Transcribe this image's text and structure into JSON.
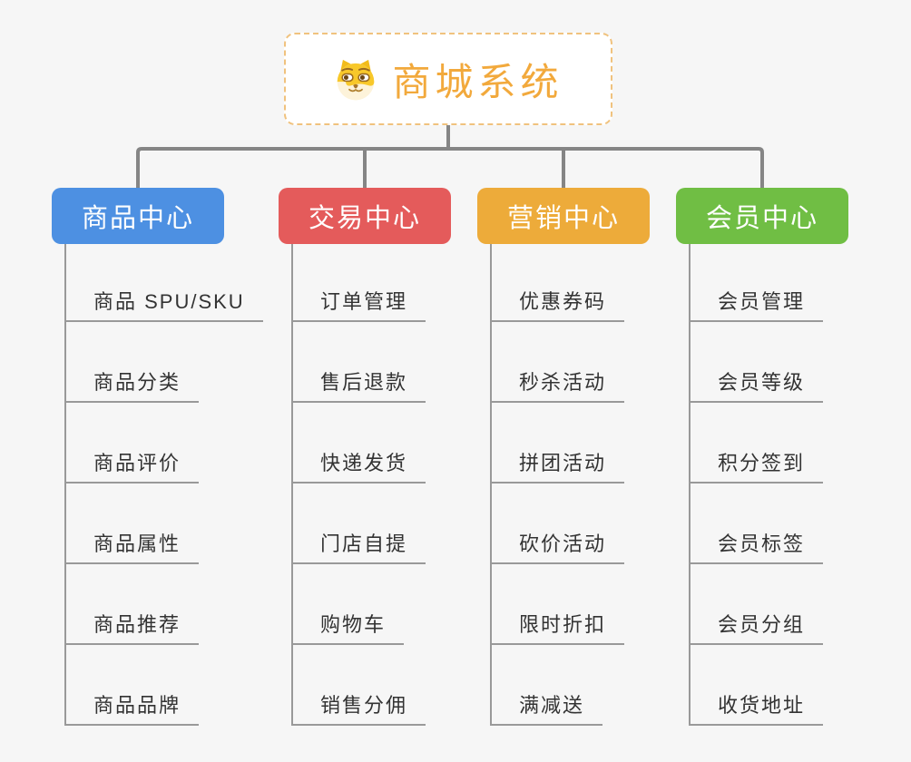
{
  "root": {
    "title": "商城系统",
    "icon": "doge-icon"
  },
  "colors": {
    "background": "#f6f6f6",
    "root_text": "#f2a93c",
    "root_border": "#f0c27e",
    "connector": "#858585",
    "item_line": "#999999",
    "item_text": "#333333"
  },
  "branches": [
    {
      "label": "商品中心",
      "color": "#4d90e2",
      "items": [
        "商品 SPU/SKU",
        "商品分类",
        "商品评价",
        "商品属性",
        "商品推荐",
        "商品品牌"
      ]
    },
    {
      "label": "交易中心",
      "color": "#e45b5b",
      "items": [
        "订单管理",
        "售后退款",
        "快递发货",
        "门店自提",
        "购物车",
        "销售分佣"
      ]
    },
    {
      "label": "营销中心",
      "color": "#edab3a",
      "items": [
        "优惠券码",
        "秒杀活动",
        "拼团活动",
        "砍价活动",
        "限时折扣",
        "满减送"
      ]
    },
    {
      "label": "会员中心",
      "color": "#70be44",
      "items": [
        "会员管理",
        "会员等级",
        "积分签到",
        "会员标签",
        "会员分组",
        "收货地址"
      ]
    }
  ]
}
